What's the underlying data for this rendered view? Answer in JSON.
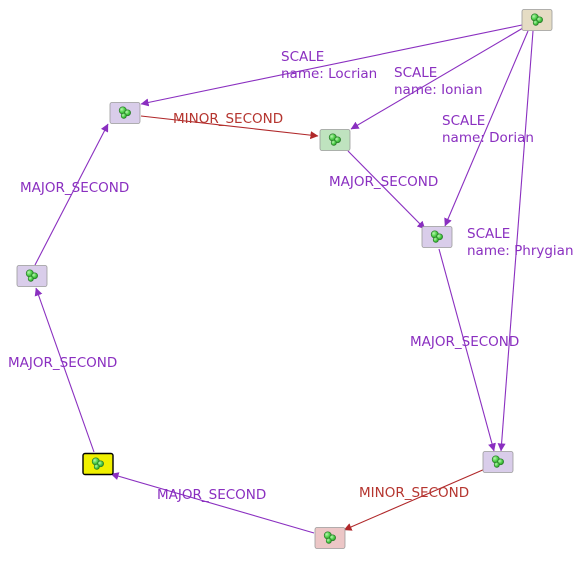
{
  "graph": {
    "colors": {
      "scale_edge": "#8a2fc0",
      "major_edge": "#8a2fc0",
      "minor_edge": "#b0282a",
      "scale_label": "#8a2fc0",
      "major_label": "#8a2fc0",
      "minor_label": "#b5352f",
      "node_border": "#9b9b9b",
      "icon_green": "#4fd04a",
      "icon_dark": "#2a7a2a"
    },
    "nodes": [
      {
        "id": "root",
        "fill": "#e5dcc4",
        "selected": false,
        "icon": "node-cluster-icon"
      },
      {
        "id": "locrian",
        "fill": "#d9cdea",
        "selected": false,
        "icon": "node-cluster-icon"
      },
      {
        "id": "ionian",
        "fill": "#bfe3bf",
        "selected": false,
        "icon": "node-cluster-icon"
      },
      {
        "id": "dorian",
        "fill": "#d9cdea",
        "selected": false,
        "icon": "node-cluster-icon"
      },
      {
        "id": "left_mid",
        "fill": "#d9cdea",
        "selected": false,
        "icon": "node-cluster-icon"
      },
      {
        "id": "phrygian",
        "fill": "#d9cdea",
        "selected": false,
        "icon": "node-cluster-icon"
      },
      {
        "id": "selected_node",
        "fill": "#f0f000",
        "selected": true,
        "icon": "node-cluster-icon"
      },
      {
        "id": "bottom",
        "fill": "#ecc6c6",
        "selected": false,
        "icon": "node-cluster-icon"
      }
    ],
    "edges": [
      {
        "id": "root-locrian",
        "from": "root",
        "to": "locrian",
        "kind": "scale",
        "label_lines": [
          "SCALE",
          "name: Locrian"
        ]
      },
      {
        "id": "root-ionian",
        "from": "root",
        "to": "ionian",
        "kind": "scale",
        "label_lines": [
          "SCALE",
          "name: Ionian"
        ]
      },
      {
        "id": "root-dorian",
        "from": "root",
        "to": "dorian",
        "kind": "scale",
        "label_lines": [
          "SCALE",
          "name: Dorian"
        ]
      },
      {
        "id": "root-phrygian",
        "from": "root",
        "to": "phrygian",
        "kind": "scale",
        "label_lines": [
          "SCALE",
          "name: Phrygian"
        ]
      },
      {
        "id": "locrian-ionian",
        "from": "locrian",
        "to": "ionian",
        "kind": "minor",
        "label_lines": [
          "MINOR_SECOND"
        ]
      },
      {
        "id": "ionian-dorian",
        "from": "ionian",
        "to": "dorian",
        "kind": "major",
        "label_lines": [
          "MAJOR_SECOND"
        ]
      },
      {
        "id": "dorian-phrygian",
        "from": "dorian",
        "to": "phrygian",
        "kind": "major",
        "label_lines": [
          "MAJOR_SECOND"
        ]
      },
      {
        "id": "phrygian-bottom",
        "from": "phrygian",
        "to": "bottom",
        "kind": "minor",
        "label_lines": [
          "MINOR_SECOND"
        ]
      },
      {
        "id": "bottom-selected",
        "from": "bottom",
        "to": "selected_node",
        "kind": "major",
        "label_lines": [
          "MAJOR_SECOND"
        ]
      },
      {
        "id": "selected-leftmid",
        "from": "selected_node",
        "to": "left_mid",
        "kind": "major",
        "label_lines": [
          "MAJOR_SECOND"
        ]
      },
      {
        "id": "leftmid-locrian",
        "from": "left_mid",
        "to": "locrian",
        "kind": "major",
        "label_lines": [
          "MAJOR_SECOND"
        ]
      }
    ]
  }
}
